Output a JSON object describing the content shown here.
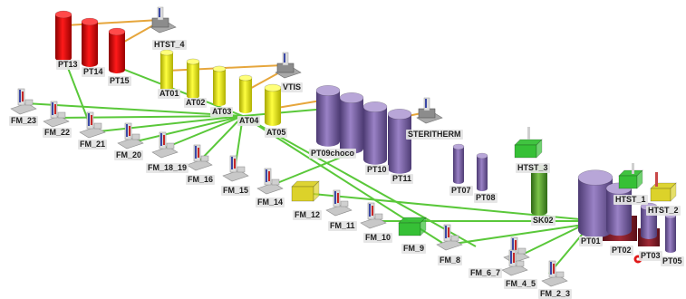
{
  "colors": {
    "red_tank": "#d40a0a",
    "yellow_tank": "#e4e400",
    "purple_tank": "#7d63a6",
    "green_tank": "#4a9624",
    "line_green": "#5ac83a",
    "line_orange": "#e6a63c",
    "maroon_base": "#7a1a24",
    "green_unit": "#36c036",
    "yellow_unit": "#dcd22a",
    "background": "#ffffff"
  },
  "labels": {
    "pt13": "PT13",
    "pt14": "PT14",
    "pt15": "PT15",
    "htst4": "HTST_4",
    "at01": "AT01",
    "at02": "AT02",
    "at03": "AT03",
    "at04": "AT04",
    "at05": "AT05",
    "vtis": "VTIS",
    "pt09": "PT09choco",
    "pt10": "PT10",
    "pt11": "PT11",
    "steritherm": "STERITHERM",
    "pt07": "PT07",
    "pt08": "PT08",
    "htst3": "HTST_3",
    "sk02": "SK02",
    "pt01": "PT01",
    "pt02": "PT02",
    "pt03": "PT03",
    "pt05": "PT05",
    "htst1": "HTST_1",
    "htst2": "HTST_2",
    "fm23": "FM_23",
    "fm22": "FM_22",
    "fm21": "FM_21",
    "fm20": "FM_20",
    "fm1819": "FM_18_19",
    "fm16": "FM_16",
    "fm15": "FM_15",
    "fm14": "FM_14",
    "fm12": "FM_12",
    "fm11": "FM_11",
    "fm10": "FM_10",
    "fm9": "FM_9",
    "fm8": "FM_8",
    "fm67": "FM_6_7",
    "fm45": "FM_4_5",
    "fm23b": "FM_2_3"
  }
}
